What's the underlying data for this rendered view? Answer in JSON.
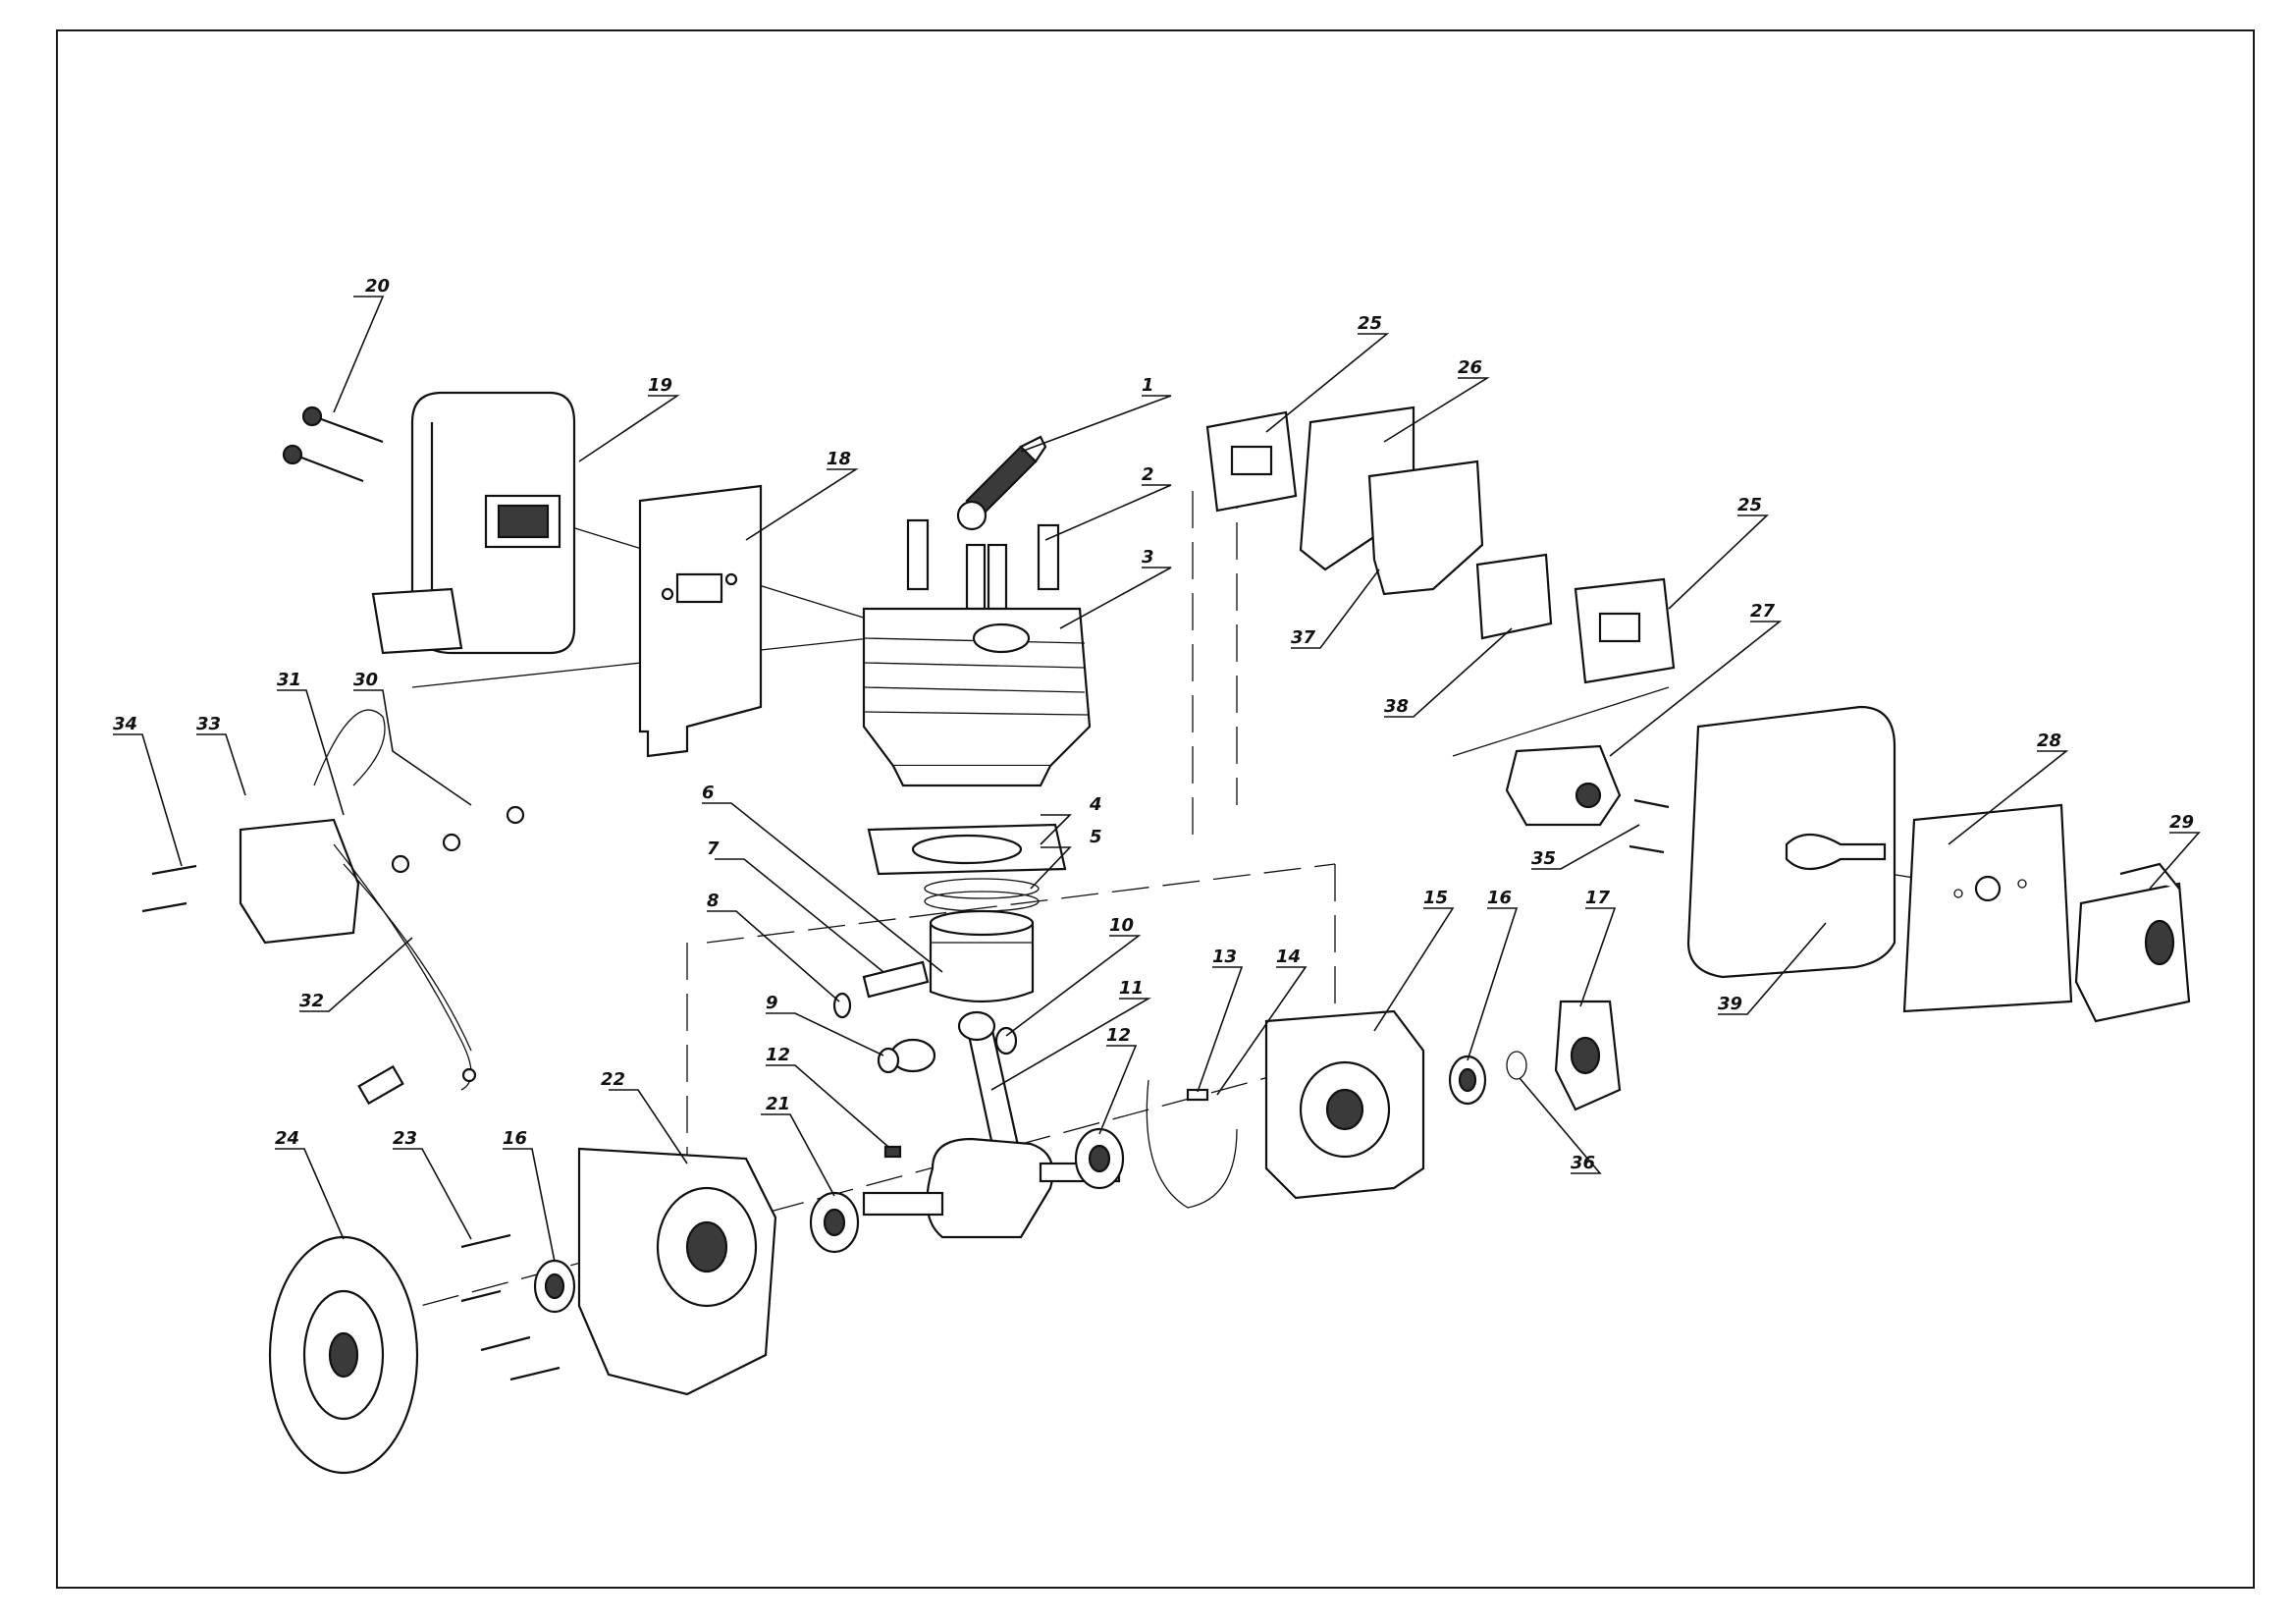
{
  "diagram": {
    "callouts": [
      "1",
      "2",
      "3",
      "4",
      "5",
      "6",
      "7",
      "8",
      "9",
      "10",
      "11",
      "12",
      "12",
      "13",
      "14",
      "15",
      "16",
      "16",
      "17",
      "18",
      "19",
      "20",
      "21",
      "22",
      "23",
      "24",
      "25",
      "25",
      "26",
      "27",
      "28",
      "29",
      "30",
      "31",
      "32",
      "33",
      "34",
      "35",
      "36",
      "37",
      "38",
      "39"
    ],
    "colors": {
      "ink": "#111111",
      "background": "#ffffff"
    }
  }
}
